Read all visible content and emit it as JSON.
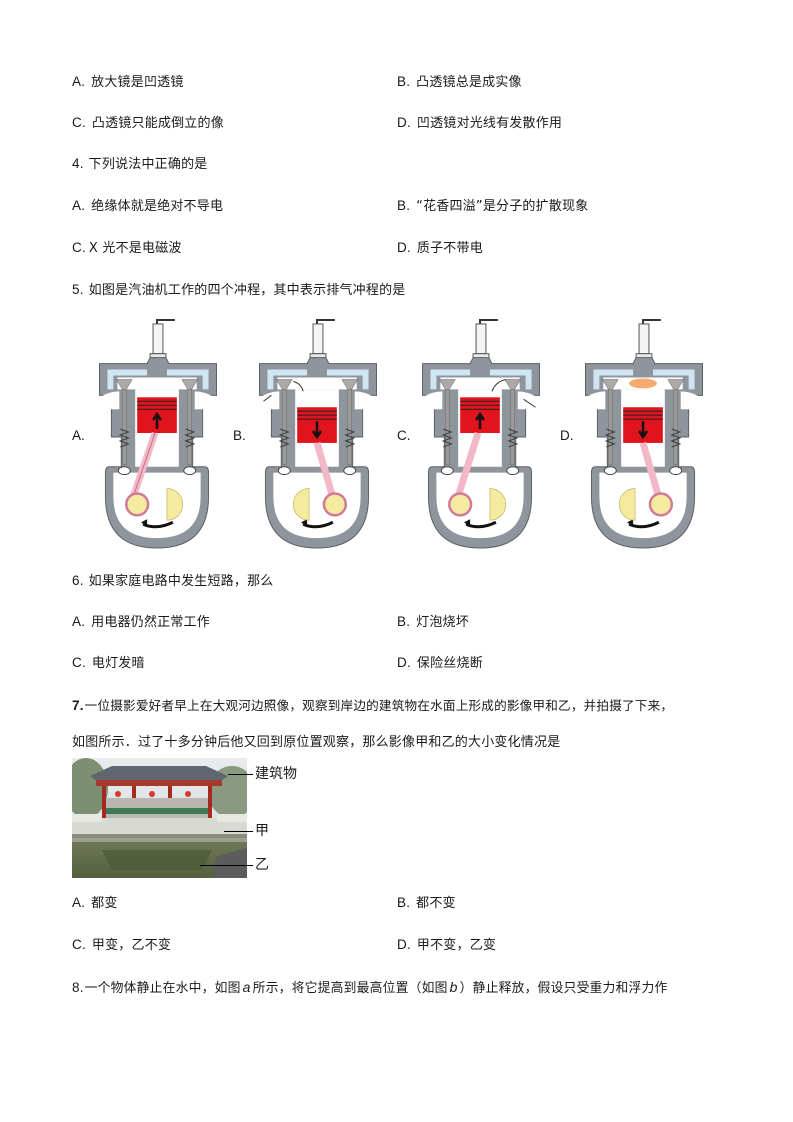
{
  "q3": {
    "options": [
      {
        "label": "A.",
        "text": "放大镜是凹透镜"
      },
      {
        "label": "B.",
        "text": "凸透镜总是成实像"
      },
      {
        "label": "C.",
        "text": "凸透镜只能成倒立的像"
      },
      {
        "label": "D.",
        "text": "凹透镜对光线有发散作用"
      }
    ]
  },
  "q4": {
    "number": "4.",
    "stem": "下列说法中正确的是",
    "options": [
      {
        "label": "A.",
        "text": "绝缘体就是绝对不导电"
      },
      {
        "label": "B.",
        "text": "“花香四溢”是分子的扩散现象"
      },
      {
        "label": "C.",
        "text": "X 光不是电磁波"
      },
      {
        "label": "D.",
        "text": "质子不带电"
      }
    ]
  },
  "q5": {
    "number": "5.",
    "stem": "如图是汽油机工作的四个冲程，其中表示排气冲程的是",
    "figures": [
      {
        "label": "A.",
        "stroke": "compression",
        "piston_arrow": "up"
      },
      {
        "label": "B.",
        "stroke": "intake",
        "piston_arrow": "down"
      },
      {
        "label": "C.",
        "stroke": "exhaust",
        "piston_arrow": "up"
      },
      {
        "label": "D.",
        "stroke": "power",
        "piston_arrow": "down"
      }
    ],
    "colors": {
      "cylinder": "#8e959c",
      "coolant": "#cfe6f2",
      "piston": "#e0141c",
      "rod": "#f2b8c6",
      "crank": "#f5eba0",
      "spark": "#f4a261"
    }
  },
  "q6": {
    "number": "6.",
    "stem": "如果家庭电路中发生短路，那么",
    "options": [
      {
        "label": "A.",
        "text": "用电器仍然正常工作"
      },
      {
        "label": "B.",
        "text": "灯泡烧坏"
      },
      {
        "label": "C.",
        "text": "电灯发暗"
      },
      {
        "label": "D.",
        "text": "保险丝烧断"
      }
    ]
  },
  "q7": {
    "number": "7.",
    "stem_line1": "一位摄影爱好者早上在大观河边照像，观察到岸边的建筑物在水面上形成的影像甲和乙，并拍摄了下来，",
    "stem_line2": "如图所示．过了十多分钟后他又回到原位置观察，那么影像甲和乙的大小变化情况是",
    "figure_labels": {
      "building": "建筑物",
      "jia": "甲",
      "yi": "乙"
    },
    "options": [
      {
        "label": "A.",
        "text": "都变"
      },
      {
        "label": "B.",
        "text": "都不变"
      },
      {
        "label": "C.",
        "text": "甲变，乙不变"
      },
      {
        "label": "D.",
        "text": "甲不变，乙变"
      }
    ]
  },
  "q8": {
    "number": "8.",
    "stem_part1": "一个物体静止在水中，如图",
    "fig_a": "a",
    "stem_part2": "所示，将它提高到最高位置（如图",
    "fig_b": "b",
    "stem_part3": "）静止释放，假设只受重力和浮力作"
  }
}
